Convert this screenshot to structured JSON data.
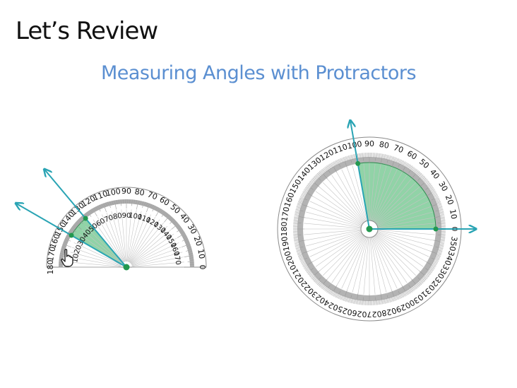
{
  "slide": {
    "heading": "Let’s Review",
    "subtitle": "Measuring Angles with Protractors"
  },
  "colors": {
    "ray": "#2aa4b4",
    "angle_fill": "#6cc48a",
    "angle_edge": "#2e8b4f",
    "vertex": "#23984f",
    "scale_band": "#b3b3b3",
    "outline": "#8a8a8a",
    "subtitle": "#5b8fd1"
  },
  "half_protractor": {
    "outer_labels": [
      "0",
      "10",
      "20",
      "30",
      "40",
      "50",
      "60",
      "70",
      "80",
      "90",
      "100",
      "110",
      "120",
      "130",
      "140",
      "150",
      "160",
      "170",
      "180"
    ],
    "inner_labels": [
      "180",
      "170",
      "160",
      "150",
      "140",
      "130",
      "120",
      "110",
      "100",
      "90",
      "80",
      "70",
      "60",
      "50",
      "40",
      "30",
      "20",
      "10",
      "0"
    ],
    "shaded_from_deg": 130,
    "shaded_to_deg": 150,
    "ray_directions_deg": [
      130,
      150
    ]
  },
  "full_protractor": {
    "labels": [
      "0",
      "10",
      "20",
      "30",
      "40",
      "50",
      "60",
      "70",
      "80",
      "90",
      "100",
      "110",
      "120",
      "130",
      "140",
      "150",
      "160",
      "170",
      "180",
      "190",
      "200",
      "210",
      "220",
      "230",
      "240",
      "250",
      "260",
      "270",
      "280",
      "290",
      "300",
      "310",
      "320",
      "330",
      "340",
      "350"
    ],
    "shaded_from_deg": 0,
    "shaded_to_deg": 100,
    "ray_directions_deg": [
      0,
      100
    ]
  },
  "cursor_icon": "hand-pointer-icon"
}
